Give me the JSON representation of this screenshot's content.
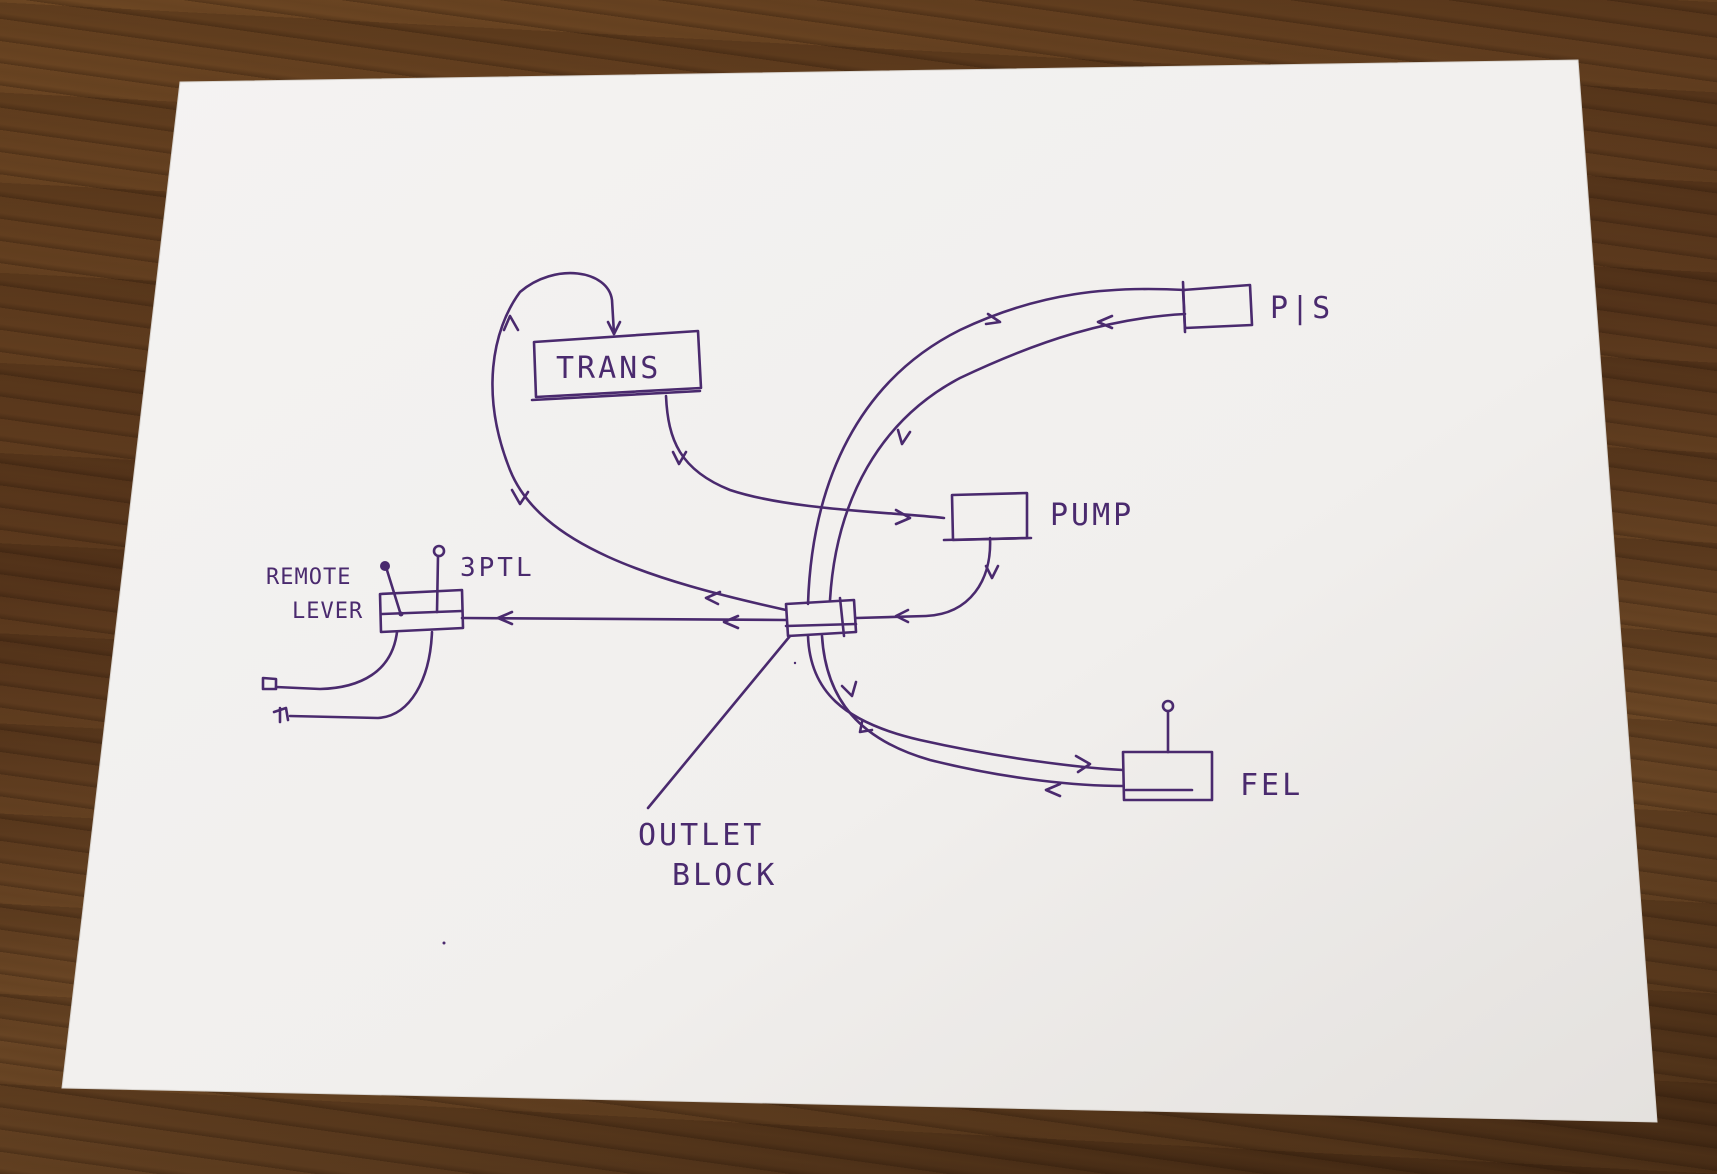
{
  "components": {
    "trans": {
      "label": "TRANS"
    },
    "pump": {
      "label": "PUMP"
    },
    "ps": {
      "label": "P|S"
    },
    "fel": {
      "label": "FEL"
    },
    "remote_lever": {
      "label_line1": "REMOTE",
      "label_line2": "LEVER"
    },
    "three_ptl": {
      "label": "3PTL"
    },
    "outlet_block": {
      "label_line1": "OUTLET",
      "label_line2": "BLOCK"
    }
  },
  "colors": {
    "ink": "#4a2a6e",
    "paper": "#f3f1ef",
    "table": "#5a3a1e"
  }
}
